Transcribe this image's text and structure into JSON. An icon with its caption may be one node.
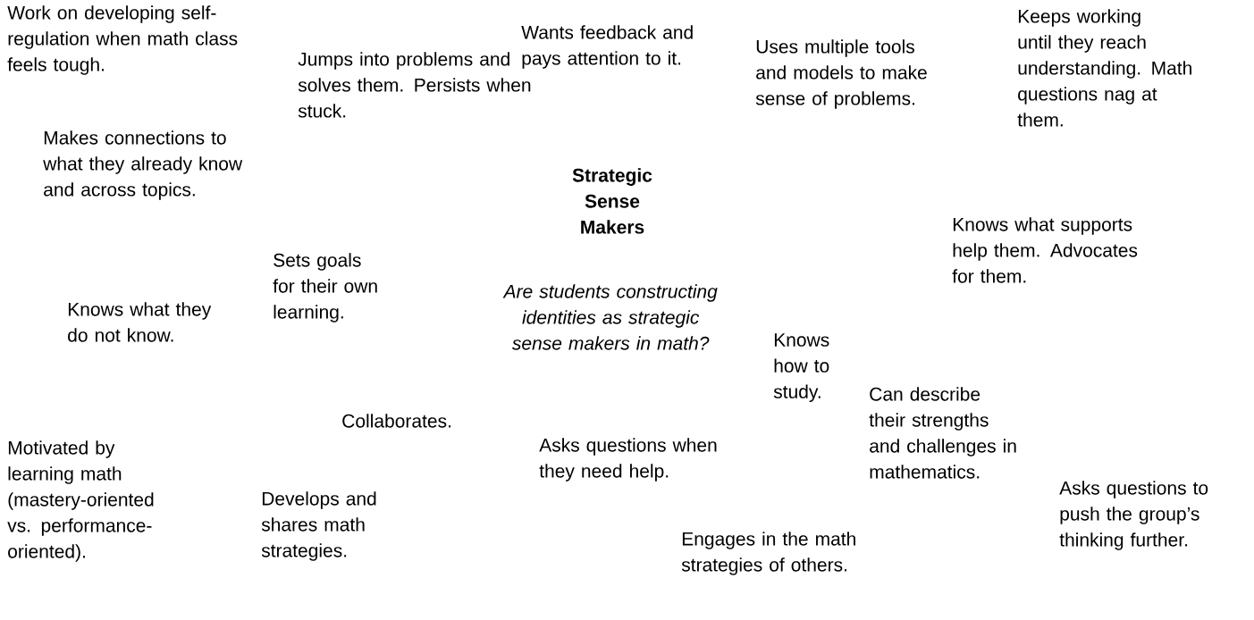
{
  "diagram": {
    "title": "Strategic Sense Makers",
    "labels": [
      "Work on developing self-regulation when math class feels tough.",
      "Wants feedback and pays attention to it.",
      "Keeps working until they reach understanding. Math questions nag at them.",
      "Jumps into problems and solves them. Persists when stuck.",
      "Uses multiple tools and models to make sense of problems.",
      "Makes connections to what they already know and across topics.",
      "Knows what supports help them. Advocates for them.",
      "Sets goals for their own learning.",
      "Are students constructing identities as strategic sense makers in math?",
      "Knows what they do not know.",
      "Knows how to study.",
      "Can describe their strengths and challenges in mathematics.",
      "Collaborates.",
      "Motivated by learning math (mastery-oriented vs. performance-oriented).",
      "Asks questions when they need help.",
      "Asks questions to push the group’s thinking further.",
      "Develops and shares math strategies.",
      "Engages in the math strategies of others."
    ]
  }
}
